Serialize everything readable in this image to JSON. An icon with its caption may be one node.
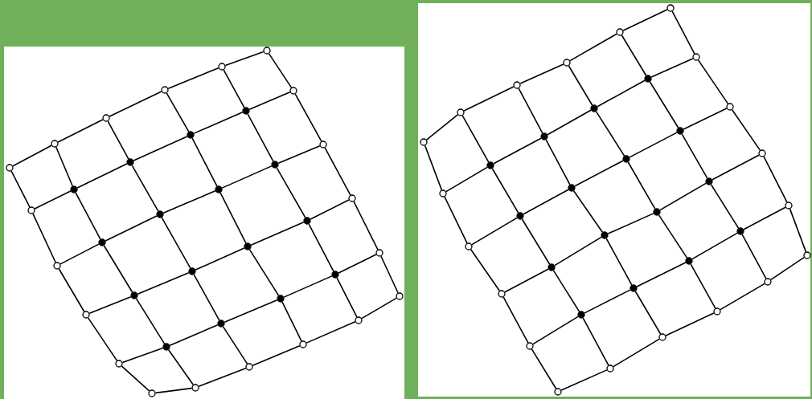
{
  "diagram": {
    "nodes": [
      {
        "text": [],
        "shape": "circle"
      },
      {
        "text": [],
        "shape": "circle"
      },
      {
        "text": [],
        "shape": "circle"
      },
      {
        "text": [],
        "shape": "circle"
      },
      {
        "text": [],
        "shape": "circle"
      },
      {
        "text": [],
        "shape": "circle"
      },
      {
        "text": [],
        "shape": "circle"
      },
      {
        "text": [],
        "shape": "dot"
      },
      {
        "text": [],
        "shape": "dot"
      },
      {
        "text": [],
        "shape": "dot"
      },
      {
        "text": [],
        "shape": "dot"
      },
      {
        "text": [],
        "shape": "circle"
      },
      {
        "text": [],
        "shape": "circle"
      },
      {
        "text": [],
        "shape": "dot"
      },
      {
        "text": [],
        "shape": "dot"
      },
      {
        "text": [],
        "shape": "dot"
      },
      {
        "text": [],
        "shape": "dot"
      },
      {
        "text": [],
        "shape": "circle"
      },
      {
        "text": [],
        "shape": "circle"
      },
      {
        "text": [],
        "shape": "dot"
      },
      {
        "text": [],
        "shape": "dot"
      },
      {
        "text": [],
        "shape": "dot"
      },
      {
        "text": [],
        "shape": "dot"
      },
      {
        "text": [],
        "shape": "circle"
      },
      {
        "text": [],
        "shape": "circle"
      },
      {
        "text": [],
        "shape": "dot"
      },
      {
        "text": [],
        "shape": "dot"
      },
      {
        "text": [],
        "shape": "dot"
      },
      {
        "text": [],
        "shape": "dot"
      },
      {
        "text": [],
        "shape": "circle"
      },
      {
        "text": [],
        "shape": "circle"
      },
      {
        "text": [],
        "shape": "circle"
      },
      {
        "text": [],
        "shape": "circle"
      },
      {
        "text": [],
        "shape": "circle"
      },
      {
        "text": [],
        "shape": "circle"
      },
      {
        "text": [],
        "shape": "circle"
      },
      {
        "text": [],
        "shape": "circle"
      },
      {
        "text": [],
        "shape": "circle"
      },
      {
        "text": [],
        "shape": "circle"
      },
      {
        "text": [],
        "shape": "circle"
      },
      {
        "text": [],
        "shape": "circle"
      },
      {
        "text": [],
        "shape": "circle"
      },
      {
        "text": [],
        "shape": "circle"
      },
      {
        "text": [],
        "shape": "dot"
      },
      {
        "text": [],
        "shape": "dot"
      },
      {
        "text": [],
        "shape": "dot"
      },
      {
        "text": [],
        "shape": "dot"
      },
      {
        "text": [],
        "shape": "circle"
      },
      {
        "text": [],
        "shape": "circle"
      },
      {
        "text": [],
        "shape": "dot"
      },
      {
        "text": [],
        "shape": "dot"
      },
      {
        "text": [],
        "shape": "dot"
      },
      {
        "text": [],
        "shape": "dot"
      },
      {
        "text": [],
        "shape": "circle"
      },
      {
        "text": [],
        "shape": "circle"
      },
      {
        "text": [],
        "shape": "dot"
      },
      {
        "text": [],
        "shape": "dot"
      },
      {
        "text": [],
        "shape": "dot"
      },
      {
        "text": [],
        "shape": "dot"
      },
      {
        "text": [],
        "shape": "circle"
      },
      {
        "text": [],
        "shape": "circle"
      },
      {
        "text": [],
        "shape": "dot"
      },
      {
        "text": [],
        "shape": "dot"
      },
      {
        "text": [],
        "shape": "dot"
      },
      {
        "text": [],
        "shape": "dot"
      },
      {
        "text": [],
        "shape": "circle"
      },
      {
        "text": [],
        "shape": "circle"
      },
      {
        "text": [],
        "shape": "circle"
      },
      {
        "text": [],
        "shape": "circle"
      },
      {
        "text": [],
        "shape": "circle"
      },
      {
        "text": [],
        "shape": "circle"
      },
      {
        "text": [],
        "shape": "circle"
      }
    ],
    "edges": [
      {
        "from": 0,
        "to": 1,
        "arrow": "none"
      },
      {
        "from": 1,
        "to": 2,
        "arrow": "none"
      },
      {
        "from": 2,
        "to": 3,
        "arrow": "none"
      },
      {
        "from": 3,
        "to": 4,
        "arrow": "none"
      },
      {
        "from": 4,
        "to": 5,
        "arrow": "none"
      },
      {
        "from": 6,
        "to": 7,
        "arrow": "none"
      },
      {
        "from": 7,
        "to": 8,
        "arrow": "none"
      },
      {
        "from": 8,
        "to": 9,
        "arrow": "none"
      },
      {
        "from": 9,
        "to": 10,
        "arrow": "none"
      },
      {
        "from": 10,
        "to": 11,
        "arrow": "none"
      },
      {
        "from": 12,
        "to": 13,
        "arrow": "none"
      },
      {
        "from": 13,
        "to": 14,
        "arrow": "none"
      },
      {
        "from": 14,
        "to": 15,
        "arrow": "none"
      },
      {
        "from": 15,
        "to": 16,
        "arrow": "none"
      },
      {
        "from": 16,
        "to": 17,
        "arrow": "none"
      },
      {
        "from": 18,
        "to": 19,
        "arrow": "none"
      },
      {
        "from": 19,
        "to": 20,
        "arrow": "none"
      },
      {
        "from": 20,
        "to": 21,
        "arrow": "none"
      },
      {
        "from": 21,
        "to": 22,
        "arrow": "none"
      },
      {
        "from": 22,
        "to": 23,
        "arrow": "none"
      },
      {
        "from": 24,
        "to": 25,
        "arrow": "none"
      },
      {
        "from": 25,
        "to": 26,
        "arrow": "none"
      },
      {
        "from": 26,
        "to": 27,
        "arrow": "none"
      },
      {
        "from": 27,
        "to": 28,
        "arrow": "none"
      },
      {
        "from": 28,
        "to": 29,
        "arrow": "none"
      },
      {
        "from": 30,
        "to": 31,
        "arrow": "none"
      },
      {
        "from": 31,
        "to": 32,
        "arrow": "none"
      },
      {
        "from": 32,
        "to": 33,
        "arrow": "none"
      },
      {
        "from": 33,
        "to": 34,
        "arrow": "none"
      },
      {
        "from": 34,
        "to": 35,
        "arrow": "none"
      },
      {
        "from": 0,
        "to": 6,
        "arrow": "none"
      },
      {
        "from": 1,
        "to": 7,
        "arrow": "none"
      },
      {
        "from": 2,
        "to": 8,
        "arrow": "none"
      },
      {
        "from": 3,
        "to": 9,
        "arrow": "none"
      },
      {
        "from": 4,
        "to": 10,
        "arrow": "none"
      },
      {
        "from": 5,
        "to": 11,
        "arrow": "none"
      },
      {
        "from": 6,
        "to": 12,
        "arrow": "none"
      },
      {
        "from": 7,
        "to": 13,
        "arrow": "none"
      },
      {
        "from": 8,
        "to": 14,
        "arrow": "none"
      },
      {
        "from": 9,
        "to": 15,
        "arrow": "none"
      },
      {
        "from": 10,
        "to": 16,
        "arrow": "none"
      },
      {
        "from": 11,
        "to": 17,
        "arrow": "none"
      },
      {
        "from": 12,
        "to": 18,
        "arrow": "none"
      },
      {
        "from": 13,
        "to": 19,
        "arrow": "none"
      },
      {
        "from": 14,
        "to": 20,
        "arrow": "none"
      },
      {
        "from": 15,
        "to": 21,
        "arrow": "none"
      },
      {
        "from": 16,
        "to": 22,
        "arrow": "none"
      },
      {
        "from": 17,
        "to": 23,
        "arrow": "none"
      },
      {
        "from": 18,
        "to": 24,
        "arrow": "none"
      },
      {
        "from": 19,
        "to": 25,
        "arrow": "none"
      },
      {
        "from": 20,
        "to": 26,
        "arrow": "none"
      },
      {
        "from": 21,
        "to": 27,
        "arrow": "none"
      },
      {
        "from": 22,
        "to": 28,
        "arrow": "none"
      },
      {
        "from": 23,
        "to": 29,
        "arrow": "none"
      },
      {
        "from": 24,
        "to": 30,
        "arrow": "none"
      },
      {
        "from": 25,
        "to": 31,
        "arrow": "none"
      },
      {
        "from": 26,
        "to": 32,
        "arrow": "none"
      },
      {
        "from": 27,
        "to": 33,
        "arrow": "none"
      },
      {
        "from": 28,
        "to": 34,
        "arrow": "none"
      },
      {
        "from": 29,
        "to": 35,
        "arrow": "none"
      },
      {
        "from": 36,
        "to": 37,
        "arrow": "none"
      },
      {
        "from": 37,
        "to": 38,
        "arrow": "none"
      },
      {
        "from": 38,
        "to": 39,
        "arrow": "none"
      },
      {
        "from": 39,
        "to": 40,
        "arrow": "none"
      },
      {
        "from": 40,
        "to": 41,
        "arrow": "none"
      },
      {
        "from": 42,
        "to": 43,
        "arrow": "none"
      },
      {
        "from": 43,
        "to": 44,
        "arrow": "none"
      },
      {
        "from": 44,
        "to": 45,
        "arrow": "none"
      },
      {
        "from": 45,
        "to": 46,
        "arrow": "none"
      },
      {
        "from": 46,
        "to": 47,
        "arrow": "none"
      },
      {
        "from": 48,
        "to": 49,
        "arrow": "none"
      },
      {
        "from": 49,
        "to": 50,
        "arrow": "none"
      },
      {
        "from": 50,
        "to": 51,
        "arrow": "none"
      },
      {
        "from": 51,
        "to": 52,
        "arrow": "none"
      },
      {
        "from": 52,
        "to": 53,
        "arrow": "none"
      },
      {
        "from": 54,
        "to": 55,
        "arrow": "none"
      },
      {
        "from": 55,
        "to": 56,
        "arrow": "none"
      },
      {
        "from": 56,
        "to": 57,
        "arrow": "none"
      },
      {
        "from": 57,
        "to": 58,
        "arrow": "none"
      },
      {
        "from": 58,
        "to": 59,
        "arrow": "none"
      },
      {
        "from": 60,
        "to": 61,
        "arrow": "none"
      },
      {
        "from": 61,
        "to": 62,
        "arrow": "none"
      },
      {
        "from": 62,
        "to": 63,
        "arrow": "none"
      },
      {
        "from": 63,
        "to": 64,
        "arrow": "none"
      },
      {
        "from": 64,
        "to": 65,
        "arrow": "none"
      },
      {
        "from": 66,
        "to": 67,
        "arrow": "none"
      },
      {
        "from": 67,
        "to": 68,
        "arrow": "none"
      },
      {
        "from": 68,
        "to": 69,
        "arrow": "none"
      },
      {
        "from": 69,
        "to": 70,
        "arrow": "none"
      },
      {
        "from": 70,
        "to": 71,
        "arrow": "none"
      },
      {
        "from": 36,
        "to": 42,
        "arrow": "none"
      },
      {
        "from": 37,
        "to": 43,
        "arrow": "none"
      },
      {
        "from": 38,
        "to": 44,
        "arrow": "none"
      },
      {
        "from": 39,
        "to": 45,
        "arrow": "none"
      },
      {
        "from": 40,
        "to": 46,
        "arrow": "none"
      },
      {
        "from": 41,
        "to": 47,
        "arrow": "none"
      },
      {
        "from": 42,
        "to": 48,
        "arrow": "none"
      },
      {
        "from": 43,
        "to": 49,
        "arrow": "none"
      },
      {
        "from": 44,
        "to": 50,
        "arrow": "none"
      },
      {
        "from": 45,
        "to": 51,
        "arrow": "none"
      },
      {
        "from": 46,
        "to": 52,
        "arrow": "none"
      },
      {
        "from": 47,
        "to": 53,
        "arrow": "none"
      },
      {
        "from": 48,
        "to": 54,
        "arrow": "none"
      },
      {
        "from": 49,
        "to": 55,
        "arrow": "none"
      },
      {
        "from": 50,
        "to": 56,
        "arrow": "none"
      },
      {
        "from": 51,
        "to": 57,
        "arrow": "none"
      },
      {
        "from": 52,
        "to": 58,
        "arrow": "none"
      },
      {
        "from": 53,
        "to": 59,
        "arrow": "none"
      },
      {
        "from": 54,
        "to": 60,
        "arrow": "none"
      },
      {
        "from": 55,
        "to": 61,
        "arrow": "none"
      },
      {
        "from": 56,
        "to": 62,
        "arrow": "none"
      },
      {
        "from": 57,
        "to": 63,
        "arrow": "none"
      },
      {
        "from": 58,
        "to": 64,
        "arrow": "none"
      },
      {
        "from": 59,
        "to": 65,
        "arrow": "none"
      },
      {
        "from": 60,
        "to": 66,
        "arrow": "none"
      },
      {
        "from": 61,
        "to": 67,
        "arrow": "none"
      },
      {
        "from": 62,
        "to": 68,
        "arrow": "none"
      },
      {
        "from": 63,
        "to": 69,
        "arrow": "none"
      },
      {
        "from": 64,
        "to": 70,
        "arrow": "none"
      },
      {
        "from": 65,
        "to": 71,
        "arrow": "none"
      }
    ]
  }
}
